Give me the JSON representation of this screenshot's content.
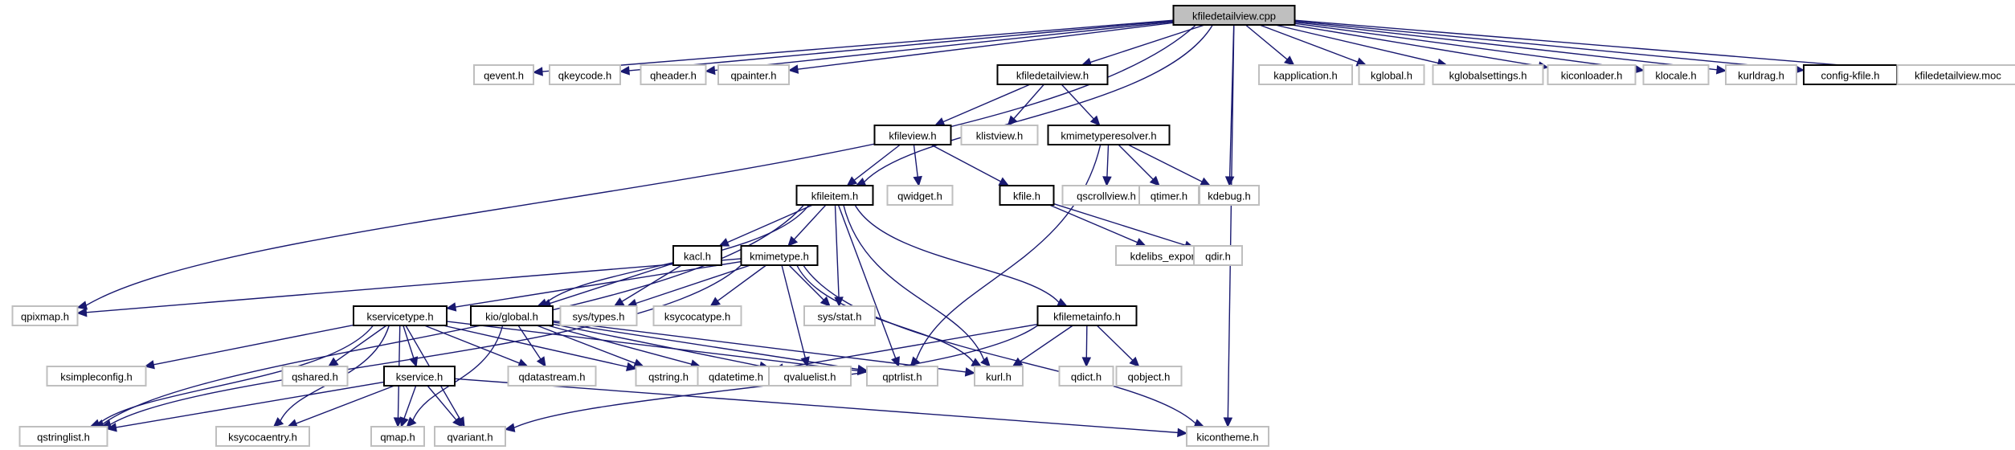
{
  "title": "kfiledetailview.cpp include dependency graph",
  "colors": {
    "edge": "#191970",
    "root_fill": "#bfbfbf",
    "documented_border": "#000000",
    "undocumented_border": "#bfbfbf"
  },
  "nodes": [
    {
      "id": "kfiledetailview_cpp",
      "label": "kfiledetailview.cpp",
      "kind": "root"
    },
    {
      "id": "qevent_h",
      "label": "qevent.h",
      "kind": "external"
    },
    {
      "id": "qkeycode_h",
      "label": "qkeycode.h",
      "kind": "external"
    },
    {
      "id": "qheader_h",
      "label": "qheader.h",
      "kind": "external"
    },
    {
      "id": "qpainter_h",
      "label": "qpainter.h",
      "kind": "external"
    },
    {
      "id": "kfiledetailview_h",
      "label": "kfiledetailview.h",
      "kind": "documented"
    },
    {
      "id": "kapplication_h",
      "label": "kapplication.h",
      "kind": "external"
    },
    {
      "id": "kglobal_h",
      "label": "kglobal.h",
      "kind": "external"
    },
    {
      "id": "kglobalsettings_h",
      "label": "kglobalsettings.h",
      "kind": "external"
    },
    {
      "id": "kiconloader_h",
      "label": "kiconloader.h",
      "kind": "external"
    },
    {
      "id": "klocale_h",
      "label": "klocale.h",
      "kind": "external"
    },
    {
      "id": "kurldrag_h",
      "label": "kurldrag.h",
      "kind": "external"
    },
    {
      "id": "config_kfile_h",
      "label": "config-kfile.h",
      "kind": "documented"
    },
    {
      "id": "kfiledetailview_moc",
      "label": "kfiledetailview.moc",
      "kind": "external"
    },
    {
      "id": "kfileview_h",
      "label": "kfileview.h",
      "kind": "documented"
    },
    {
      "id": "klistview_h",
      "label": "klistview.h",
      "kind": "external"
    },
    {
      "id": "kmimetyperesolver_h",
      "label": "kmimetyperesolver.h",
      "kind": "documented"
    },
    {
      "id": "kfileitem_h",
      "label": "kfileitem.h",
      "kind": "documented"
    },
    {
      "id": "qwidget_h",
      "label": "qwidget.h",
      "kind": "external"
    },
    {
      "id": "kfile_h",
      "label": "kfile.h",
      "kind": "documented"
    },
    {
      "id": "qscrollview_h",
      "label": "qscrollview.h",
      "kind": "external"
    },
    {
      "id": "qtimer_h",
      "label": "qtimer.h",
      "kind": "external"
    },
    {
      "id": "kdebug_h",
      "label": "kdebug.h",
      "kind": "external"
    },
    {
      "id": "kacl_h",
      "label": "kacl.h",
      "kind": "documented"
    },
    {
      "id": "kmimetype_h",
      "label": "kmimetype.h",
      "kind": "documented"
    },
    {
      "id": "kdelibs_export_h",
      "label": "kdelibs_export.h",
      "kind": "external"
    },
    {
      "id": "qdir_h",
      "label": "qdir.h",
      "kind": "external"
    },
    {
      "id": "qpixmap_h",
      "label": "qpixmap.h",
      "kind": "external"
    },
    {
      "id": "kservicetype_h",
      "label": "kservicetype.h",
      "kind": "documented"
    },
    {
      "id": "kio_global_h",
      "label": "kio/global.h",
      "kind": "documented"
    },
    {
      "id": "sys_types_h",
      "label": "sys/types.h",
      "kind": "external"
    },
    {
      "id": "ksycocatype_h",
      "label": "ksycocatype.h",
      "kind": "external"
    },
    {
      "id": "sys_stat_h",
      "label": "sys/stat.h",
      "kind": "external"
    },
    {
      "id": "kfilemetainfo_h",
      "label": "kfilemetainfo.h",
      "kind": "documented"
    },
    {
      "id": "ksimpleconfig_h",
      "label": "ksimpleconfig.h",
      "kind": "external"
    },
    {
      "id": "qshared_h",
      "label": "qshared.h",
      "kind": "external"
    },
    {
      "id": "kservice_h",
      "label": "kservice.h",
      "kind": "documented"
    },
    {
      "id": "qdatastream_h",
      "label": "qdatastream.h",
      "kind": "external"
    },
    {
      "id": "qstring_h",
      "label": "qstring.h",
      "kind": "external"
    },
    {
      "id": "qdatetime_h",
      "label": "qdatetime.h",
      "kind": "external"
    },
    {
      "id": "qvaluelist_h",
      "label": "qvaluelist.h",
      "kind": "external"
    },
    {
      "id": "qptrlist_h",
      "label": "qptrlist.h",
      "kind": "external"
    },
    {
      "id": "kurl_h",
      "label": "kurl.h",
      "kind": "external"
    },
    {
      "id": "qdict_h",
      "label": "qdict.h",
      "kind": "external"
    },
    {
      "id": "qobject_h",
      "label": "qobject.h",
      "kind": "external"
    },
    {
      "id": "qstringlist_h",
      "label": "qstringlist.h",
      "kind": "external"
    },
    {
      "id": "ksycocaentry_h",
      "label": "ksycocaentry.h",
      "kind": "external"
    },
    {
      "id": "qmap_h",
      "label": "qmap.h",
      "kind": "external"
    },
    {
      "id": "qvariant_h",
      "label": "qvariant.h",
      "kind": "external"
    },
    {
      "id": "kicontheme_h",
      "label": "kicontheme.h",
      "kind": "external"
    }
  ],
  "edges": [
    [
      "kfiledetailview_cpp",
      "qevent_h"
    ],
    [
      "kfiledetailview_cpp",
      "qkeycode_h"
    ],
    [
      "kfiledetailview_cpp",
      "qheader_h"
    ],
    [
      "kfiledetailview_cpp",
      "qpainter_h"
    ],
    [
      "kfiledetailview_cpp",
      "qpixmap_h"
    ],
    [
      "kfiledetailview_cpp",
      "kfiledetailview_h"
    ],
    [
      "kfiledetailview_cpp",
      "kfileitem_h"
    ],
    [
      "kfiledetailview_cpp",
      "kdebug_h"
    ],
    [
      "kfiledetailview_cpp",
      "kicontheme_h"
    ],
    [
      "kfiledetailview_cpp",
      "kapplication_h"
    ],
    [
      "kfiledetailview_cpp",
      "kglobal_h"
    ],
    [
      "kfiledetailview_cpp",
      "kglobalsettings_h"
    ],
    [
      "kfiledetailview_cpp",
      "kiconloader_h"
    ],
    [
      "kfiledetailview_cpp",
      "klocale_h"
    ],
    [
      "kfiledetailview_cpp",
      "kurldrag_h"
    ],
    [
      "kfiledetailview_cpp",
      "config_kfile_h"
    ],
    [
      "kfiledetailview_cpp",
      "kfiledetailview_moc"
    ],
    [
      "kfiledetailview_h",
      "kfileview_h"
    ],
    [
      "kfiledetailview_h",
      "klistview_h"
    ],
    [
      "kfiledetailview_h",
      "kmimetyperesolver_h"
    ],
    [
      "kfileview_h",
      "kfileitem_h"
    ],
    [
      "kfileview_h",
      "qwidget_h"
    ],
    [
      "kfileview_h",
      "kfile_h"
    ],
    [
      "kmimetyperesolver_h",
      "qscrollview_h"
    ],
    [
      "kmimetyperesolver_h",
      "qtimer_h"
    ],
    [
      "kmimetyperesolver_h",
      "kdebug_h"
    ],
    [
      "kmimetyperesolver_h",
      "qptrlist_h"
    ],
    [
      "kfile_h",
      "kdelibs_export_h"
    ],
    [
      "kfile_h",
      "qdir_h"
    ],
    [
      "kfileitem_h",
      "kacl_h"
    ],
    [
      "kfileitem_h",
      "kmimetype_h"
    ],
    [
      "kfileitem_h",
      "sys_stat_h"
    ],
    [
      "kfileitem_h",
      "kfilemetainfo_h"
    ],
    [
      "kfileitem_h",
      "kio_global_h"
    ],
    [
      "kfileitem_h",
      "qptrlist_h"
    ],
    [
      "kfileitem_h",
      "kurl_h"
    ],
    [
      "kfileitem_h",
      "qstringlist_h"
    ],
    [
      "kacl_h",
      "sys_types_h"
    ],
    [
      "kacl_h",
      "kio_global_h"
    ],
    [
      "kmimetype_h",
      "qpixmap_h"
    ],
    [
      "kmimetype_h",
      "kservicetype_h"
    ],
    [
      "kmimetype_h",
      "sys_types_h"
    ],
    [
      "kmimetype_h",
      "ksycocatype_h"
    ],
    [
      "kmimetype_h",
      "sys_stat_h"
    ],
    [
      "kmimetype_h",
      "kurl_h"
    ],
    [
      "kmimetype_h",
      "qvaluelist_h"
    ],
    [
      "kmimetype_h",
      "kicontheme_h"
    ],
    [
      "kmimetype_h",
      "qstringlist_h"
    ],
    [
      "kservicetype_h",
      "ksimpleconfig_h"
    ],
    [
      "kservicetype_h",
      "qshared_h"
    ],
    [
      "kservicetype_h",
      "kservice_h"
    ],
    [
      "kservicetype_h",
      "qdatastream_h"
    ],
    [
      "kservicetype_h",
      "qstring_h"
    ],
    [
      "kservicetype_h",
      "qptrlist_h"
    ],
    [
      "kservicetype_h",
      "qstringlist_h"
    ],
    [
      "kservicetype_h",
      "ksycocaentry_h"
    ],
    [
      "kservicetype_h",
      "qmap_h"
    ],
    [
      "kservicetype_h",
      "qvariant_h"
    ],
    [
      "kio_global_h",
      "qdatastream_h"
    ],
    [
      "kio_global_h",
      "qstring_h"
    ],
    [
      "kio_global_h",
      "qdatetime_h"
    ],
    [
      "kio_global_h",
      "qvaluelist_h"
    ],
    [
      "kio_global_h",
      "qptrlist_h"
    ],
    [
      "kio_global_h",
      "kurl_h"
    ],
    [
      "kio_global_h",
      "qmap_h"
    ],
    [
      "kservice_h",
      "qstringlist_h"
    ],
    [
      "kservice_h",
      "ksycocaentry_h"
    ],
    [
      "kservice_h",
      "qmap_h"
    ],
    [
      "kservice_h",
      "qvariant_h"
    ],
    [
      "kservice_h",
      "kicontheme_h"
    ],
    [
      "kfilemetainfo_h",
      "qdatetime_h"
    ],
    [
      "kfilemetainfo_h",
      "kurl_h"
    ],
    [
      "kfilemetainfo_h",
      "qdict_h"
    ],
    [
      "kfilemetainfo_h",
      "qobject_h"
    ],
    [
      "kfilemetainfo_h",
      "qvariant_h"
    ]
  ]
}
